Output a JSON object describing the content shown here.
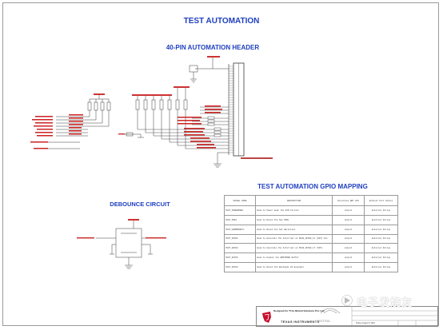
{
  "titles": {
    "main": "TEST AUTOMATION",
    "header": "40-PIN AUTOMATION HEADER",
    "gpio": "TEST AUTOMATION  GPIO MAPPING",
    "debounce": "DEBOUNCE CIRCUIT"
  },
  "gpio_table": {
    "headers": [
      "SIGNAL NAME",
      "DESCRIPTION",
      "Direction WRT CPU",
      "Default Pull Status"
    ],
    "rows": [
      {
        "signal": "TEST_POWERDOWN",
        "description": "Used to Power down the EVM Circuit",
        "direction": "output",
        "pull": "External Pullup"
      },
      {
        "signal": "TEST_PORz",
        "description": "Used to Reset the SoC PORz",
        "direction": "output",
        "pull": "External Pullup"
      },
      {
        "signal": "TEST_WARMRESETn",
        "description": "Used to Reset the SoC Warmreset",
        "direction": "output",
        "pull": "External Pullup"
      },
      {
        "signal": "TEST_GPIO1",
        "description": "Used to Generate the Interrupt on MCU0_GPIO0_11 (SPI) Pin",
        "direction": "output",
        "pull": "External Pullup"
      },
      {
        "signal": "TEST_GPIO2",
        "description": "Used to Generate the Interrupt on MCU0_GPIO0_17 (SPI)",
        "direction": "output",
        "pull": "External Pullup"
      },
      {
        "signal": "TEST_GPIO3",
        "description": "Used to Enable the BOOTMODE Buffer",
        "direction": "output",
        "pull": "External Pullup"
      },
      {
        "signal": "TEST_GPIO4",
        "description": "Used to Reset the Bootmode IO Expander",
        "direction": "output",
        "pull": "External Pullup"
      }
    ]
  },
  "title_block": {
    "designed": "Designed for TI by Mistral Solutions Pvt. Ltd.",
    "brand": "TEXAS INSTRUMENTS",
    "partner": "MISTRAL",
    "date": "Friday, August 9, 2019"
  },
  "watermark": "电子发烧友",
  "colors": {
    "title": "#1f3fbf",
    "net": "#cc2222",
    "wire": "#3a3a3a",
    "border": "#9a9a9a"
  }
}
